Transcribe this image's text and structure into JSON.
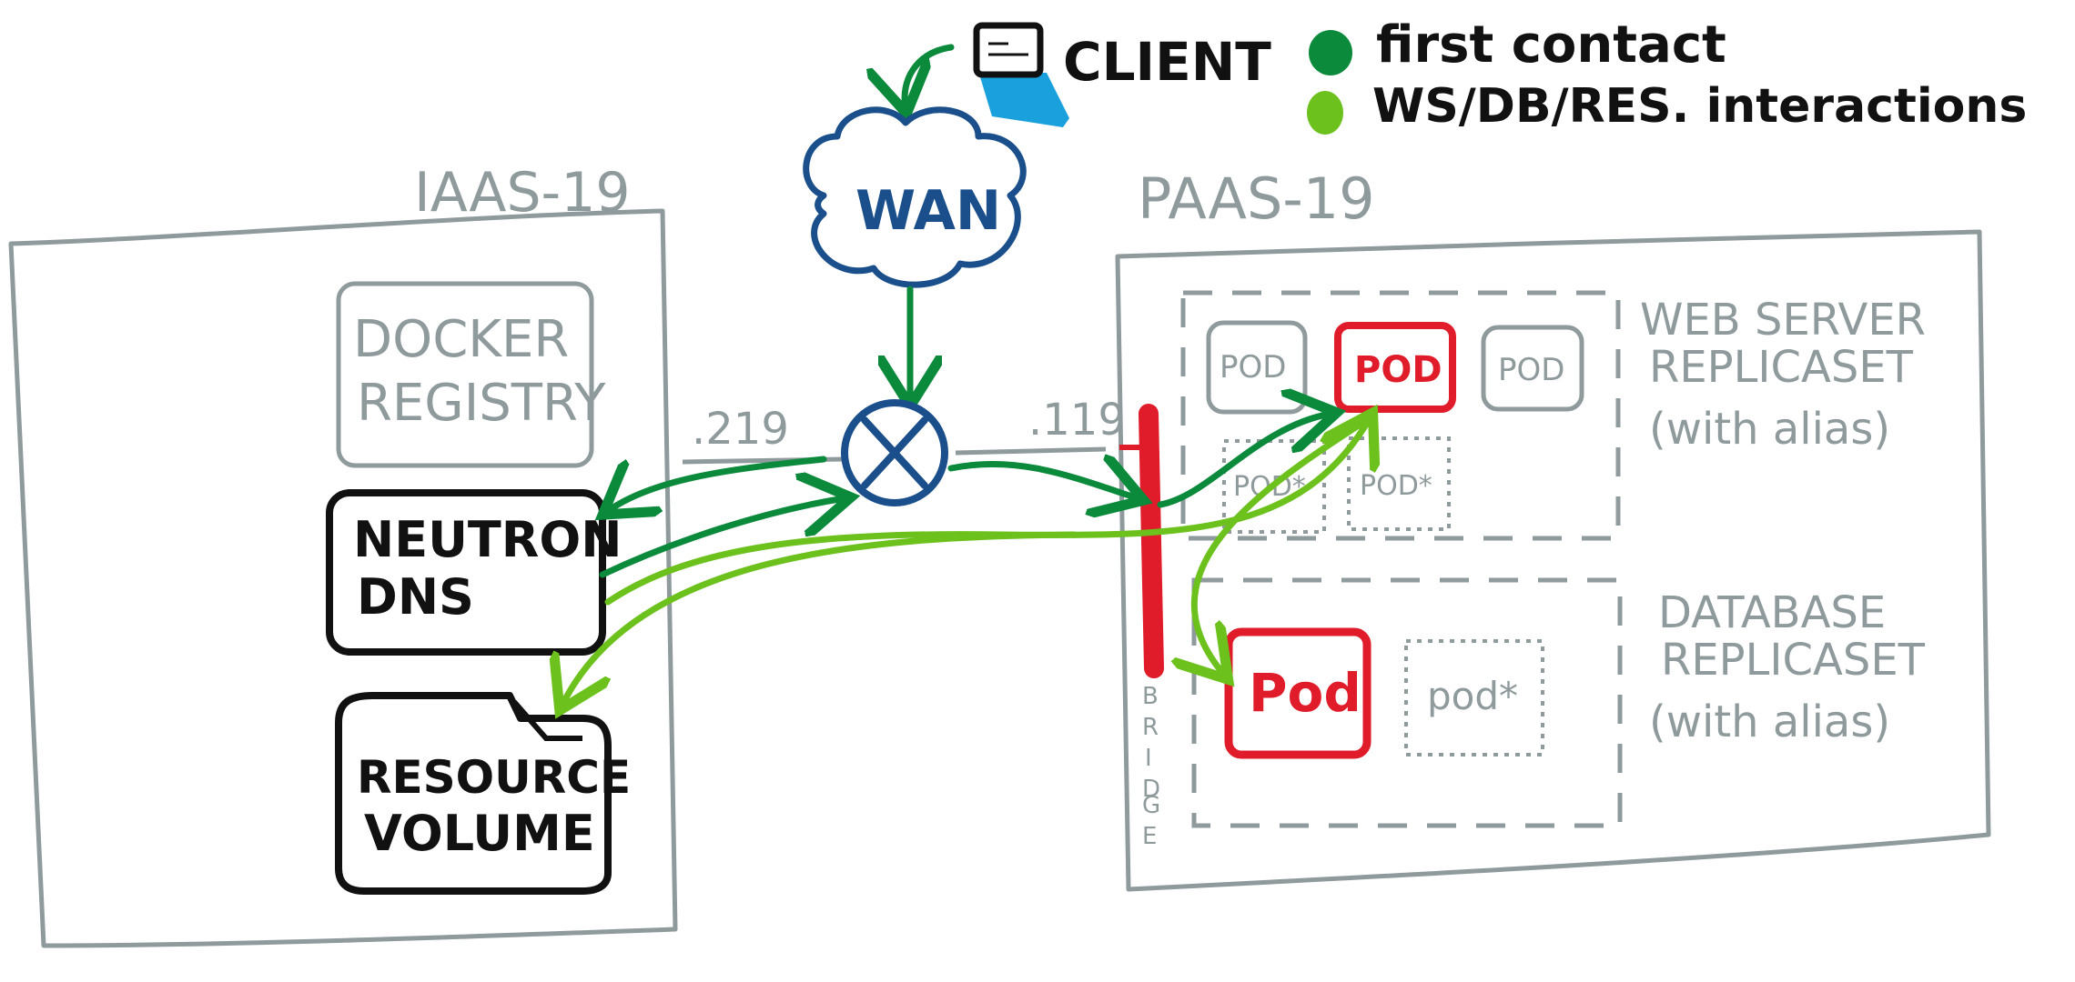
{
  "client": {
    "label": "CLIENT"
  },
  "legend": {
    "items": [
      {
        "label": "first contact",
        "color": "#0b8a3c"
      },
      {
        "label": "WS/DB/RES. interactions",
        "color": "#6cc11d"
      }
    ]
  },
  "wan": {
    "label": "WAN"
  },
  "router": {
    "left_ip": ".219",
    "right_ip": ".119"
  },
  "iaas": {
    "title": "IAAS-19",
    "docker_registry": {
      "line1": "DOCKER",
      "line2": "REGISTRY"
    },
    "neutron_dns": {
      "line1": "NEUTRON",
      "line2": "DNS"
    },
    "resource_volume": {
      "line1": "RESOURCE",
      "line2": "VOLUME"
    }
  },
  "paas": {
    "title": "PAAS-19",
    "bridge_letters": [
      "B",
      "R",
      "I",
      "D",
      "G",
      "E"
    ],
    "web_replicaset": {
      "line1": "WEB SERVER",
      "line2": "REPLICASET",
      "line3": "(with alias)",
      "pods": [
        "POD",
        "POD",
        "POD",
        "POD*",
        "POD*"
      ]
    },
    "db_replicaset": {
      "line1": "DATABASE",
      "line2": "REPLICASET",
      "line3": "(with alias)",
      "pods": [
        "Pod",
        "pod*"
      ]
    }
  },
  "colors": {
    "gray": "#8f9a9c",
    "black": "#111111",
    "red": "#e01b2a",
    "blue": "#1a4f8b",
    "dark_green": "#0b8a3c",
    "light_green": "#6cc11d",
    "client_blue": "#1aa0dc"
  }
}
